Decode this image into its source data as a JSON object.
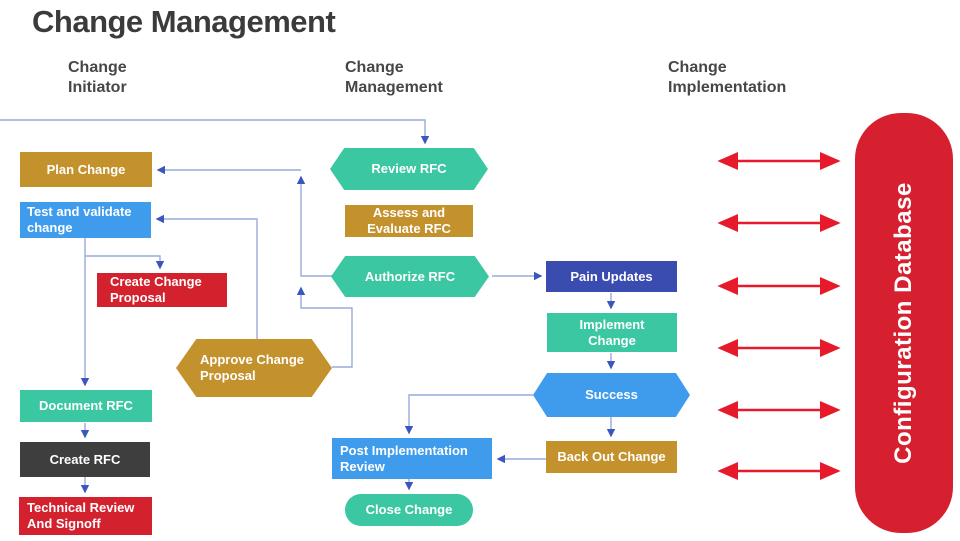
{
  "title": "Change Management",
  "columns": {
    "initiator": "Change\nInitiator",
    "management": "Change\nManagement",
    "implementation": "Change\nImplementation"
  },
  "nodes": {
    "plan_change": "Plan Change",
    "test_validate": "Test and validate\nchange",
    "create_change_proposal": "Create Change\nProposal",
    "approve_change_proposal": "Approve Change\nProposal",
    "document_rfc": "Document RFC",
    "create_rfc": "Create RFC",
    "technical_review": "Technical Review\nAnd Signoff",
    "review_rfc": "Review RFC",
    "assess_evaluate": "Assess and\nEvaluate RFC",
    "authorize_rfc": "Authorize RFC",
    "pain_updates": "Pain Updates",
    "implement_change": "Implement\nChange",
    "success": "Success",
    "back_out_change": "Back Out Change",
    "post_implementation_review": "Post Implementation\nReview",
    "close_change": "Close Change"
  },
  "database": {
    "label": "Configuration Database"
  },
  "colors": {
    "gold": "#C4922D",
    "teal": "#3BC7A2",
    "blue": "#3F9CEC",
    "navy": "#3B4CB0",
    "red": "#D3222E",
    "dark": "#3E3E3E",
    "db_red": "#D6202F",
    "line": "#99ABDC",
    "arrowhead": "#3A57C0",
    "red_arrow": "#E61A2B"
  }
}
